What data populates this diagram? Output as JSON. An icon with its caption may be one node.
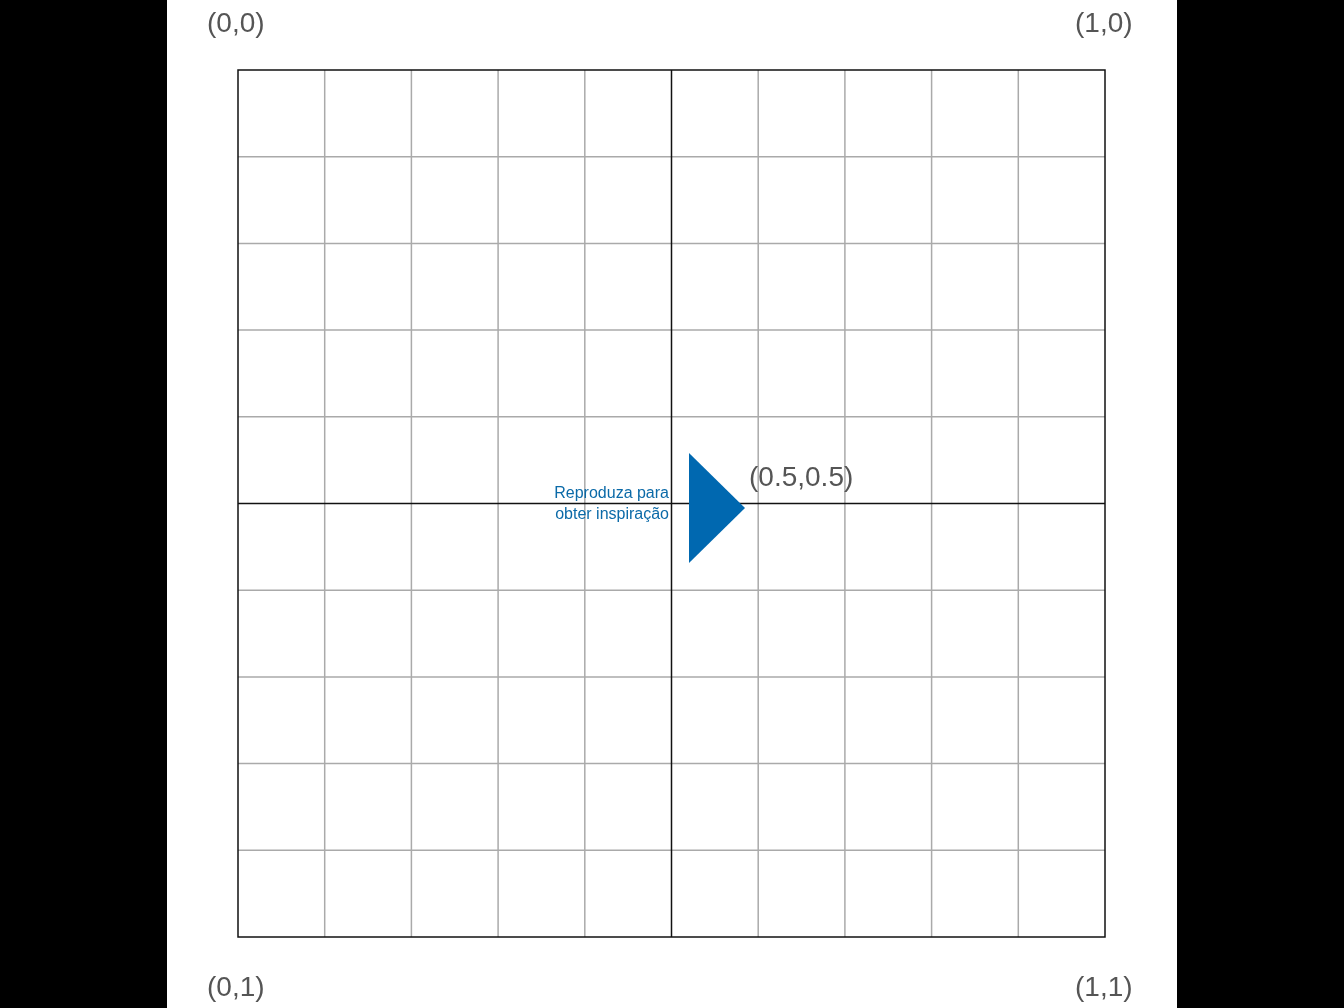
{
  "diagram": {
    "labels": [
      "(0,0)",
      "(1,0)",
      "(0.5,0.5)",
      "Reproduza para obter inspiração",
      "(0,1)",
      "(1,1)"
    ]
  }
}
